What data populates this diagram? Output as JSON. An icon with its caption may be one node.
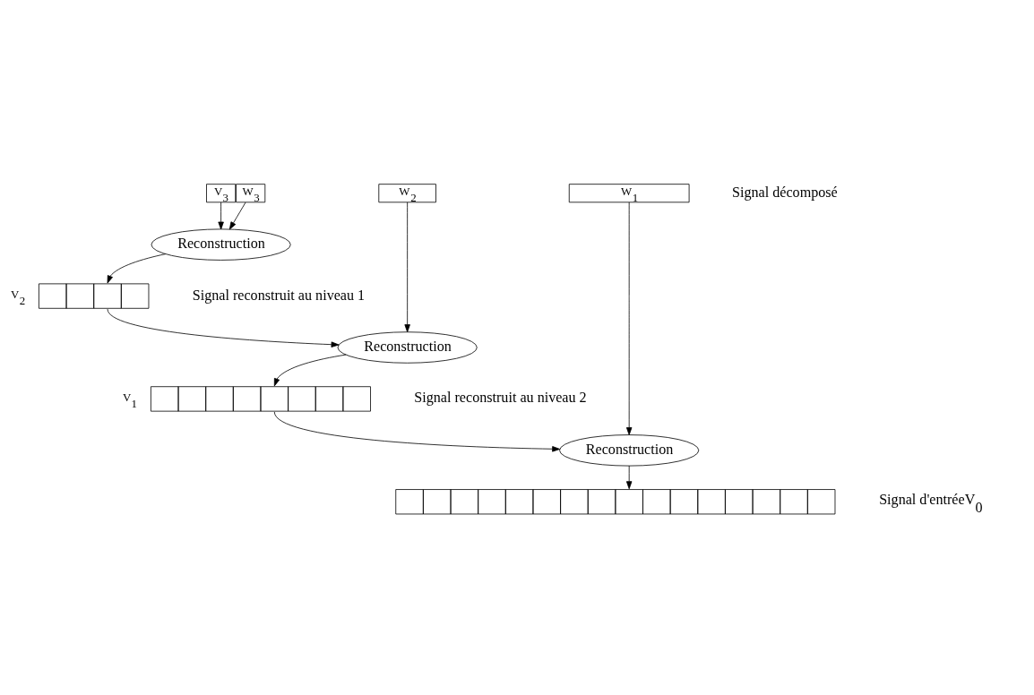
{
  "diagram": {
    "nodes": [
      {
        "text": [
          "V$_{3}$"
        ]
      },
      {
        "text": [
          "W$_{3}$"
        ]
      },
      {
        "text": [
          "W$_{2}$"
        ]
      },
      {
        "text": [
          "W$_{1}$"
        ]
      },
      {
        "text": [
          "Reconstruction"
        ]
      },
      {
        "text": [],
        "shape": "bar",
        "beside": [
          "V$_{2}$"
        ]
      },
      {
        "text": [
          "Reconstruction"
        ]
      },
      {
        "text": [],
        "shape": "bar",
        "beside": [
          "V$_{1}$"
        ]
      },
      {
        "text": [
          "Reconstruction"
        ]
      },
      {
        "text": [],
        "shape": "bar"
      }
    ],
    "edges": [
      {
        "from": 0,
        "to": 4,
        "arrow": "to"
      },
      {
        "from": 1,
        "to": 4,
        "arrow": "to"
      },
      {
        "from": 4,
        "to": 5,
        "arrow": "to"
      },
      {
        "from": 5,
        "to": 6,
        "arrow": "to"
      },
      {
        "from": 2,
        "to": 6,
        "arrow": "to"
      },
      {
        "from": 6,
        "to": 7,
        "arrow": "to"
      },
      {
        "from": 7,
        "to": 8,
        "arrow": "to"
      },
      {
        "from": 3,
        "to": 8,
        "arrow": "to"
      },
      {
        "from": 8,
        "to": 9,
        "arrow": "to"
      }
    ],
    "labels": [
      "Signal décomposé",
      "Signal reconstruit au niveau 1",
      "Signal reconstruit au niveau 2",
      "Signal d'entréeV$_{0}$"
    ]
  }
}
